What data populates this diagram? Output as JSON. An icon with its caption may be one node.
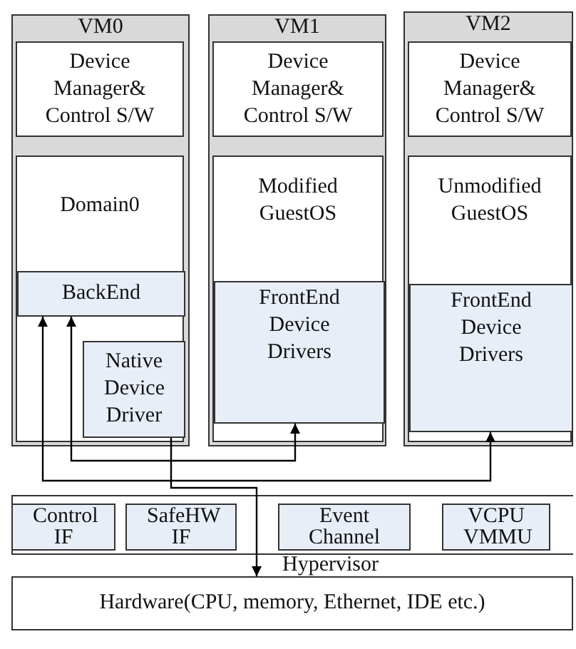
{
  "diagram": {
    "nodes": [
      {
        "text": [
          "VM0"
        ]
      },
      {
        "text": [
          "Device Manager& Control S/W"
        ],
        "in": 0
      },
      {
        "text": [
          "Domain0"
        ],
        "in": 0
      },
      {
        "text": [
          "BackEnd"
        ],
        "in": 2
      },
      {
        "text": [
          "Native Device Driver"
        ],
        "in": 2
      },
      {
        "text": [
          "VM1"
        ]
      },
      {
        "text": [
          "Device Manager& Control S/W"
        ],
        "in": 5
      },
      {
        "text": [
          "Modified GuestOS"
        ],
        "in": 5
      },
      {
        "text": [
          "FrontEnd Device Drivers"
        ],
        "in": 7
      },
      {
        "text": [
          "VM2"
        ]
      },
      {
        "text": [
          "Device Manager& Control S/W"
        ],
        "in": 9
      },
      {
        "text": [
          "Unmodified GuestOS"
        ],
        "in": 9
      },
      {
        "text": [
          "FrontEnd Device Drivers"
        ],
        "in": 11
      },
      {
        "text": [
          "Hypervisor"
        ]
      },
      {
        "text": [
          "Control IF"
        ],
        "in": 13
      },
      {
        "text": [
          "SafeHW IF"
        ],
        "in": 13
      },
      {
        "text": [
          "Event Channel"
        ],
        "in": 13
      },
      {
        "text": [
          "VCPU VMMU"
        ],
        "in": 13
      },
      {
        "text": [
          "Hardware(CPU, memory, Ethernet, IDE etc.)"
        ]
      }
    ],
    "edges": [
      {
        "from": 3,
        "to": 12,
        "arrow": "both"
      },
      {
        "from": 3,
        "to": 8,
        "arrow": "both"
      },
      {
        "from": 4,
        "to": 18,
        "arrow": "to"
      }
    ]
  }
}
